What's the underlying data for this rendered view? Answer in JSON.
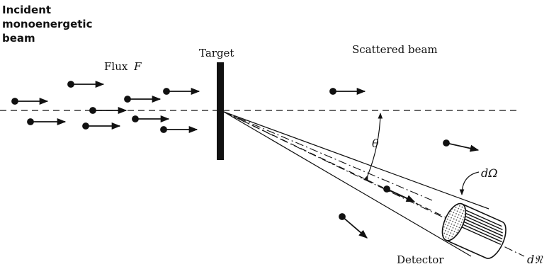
{
  "labels": {
    "incident_line1": "Incident",
    "incident_line2": "monoenergetic",
    "incident_line3": "beam",
    "flux": "Flux",
    "flux_symbol": "F",
    "target": "Target",
    "scattered": "Scattered beam",
    "theta": "θ",
    "d_omega": "dΩ",
    "detector": "Detector",
    "d_n": "d𝔑"
  },
  "colors": {
    "ink": "#111111",
    "background": "#ffffff"
  }
}
